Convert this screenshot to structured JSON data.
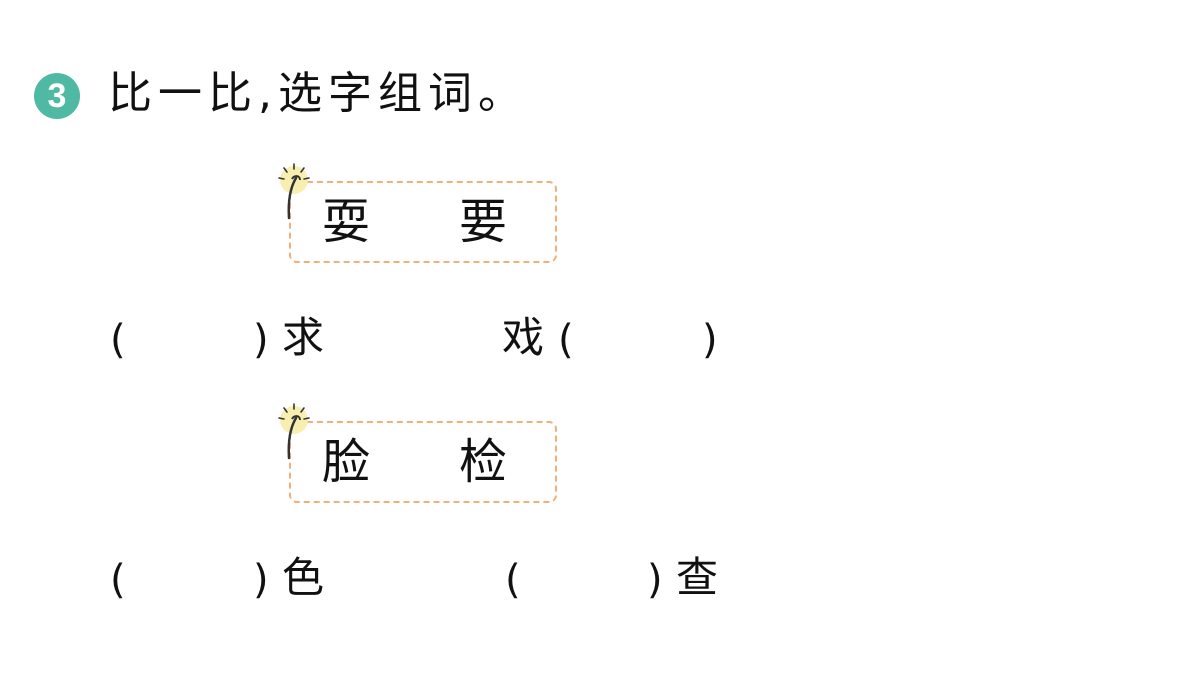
{
  "question": {
    "number": "3",
    "instruction": "比一比,选字组词。"
  },
  "groups": [
    {
      "chars": [
        "耍",
        "要"
      ],
      "blanks": [
        {
          "open": "(",
          "close": ")",
          "suffix": "求",
          "prefix": ""
        },
        {
          "open": "(",
          "close": ")",
          "suffix": "",
          "prefix": "戏"
        }
      ]
    },
    {
      "chars": [
        "脸",
        "检"
      ],
      "blanks": [
        {
          "open": "(",
          "close": ")",
          "suffix": "色",
          "prefix": ""
        },
        {
          "open": "(",
          "close": ")",
          "suffix": "查",
          "prefix": ""
        }
      ]
    }
  ],
  "colors": {
    "badge": "#4fb9a4",
    "box_border": "#f0b07c",
    "tack_glow": "#f7efb0"
  },
  "icons": [
    "thumbtack-icon"
  ]
}
